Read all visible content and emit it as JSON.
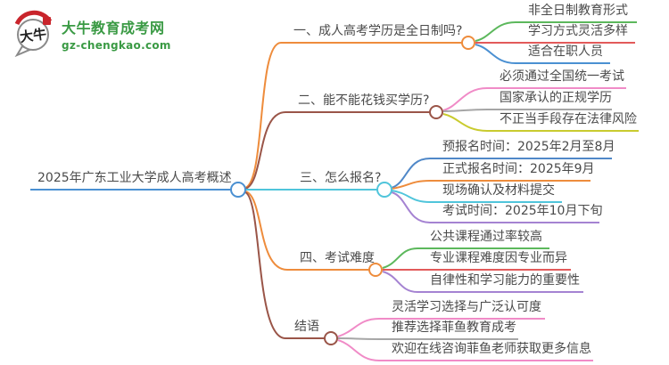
{
  "site": {
    "logo_badge": "大牛",
    "logo_title": "大牛教育成考网",
    "logo_domain": "gz-chengkao.com"
  },
  "colors": {
    "brand_green": "#3A9A44",
    "seal_red": "#C9252C",
    "bubble_gray": "#8a8a8a",
    "text_gray": "#4A4A4A",
    "blue": "#4A90D2",
    "blue2": "#5088C8",
    "orange": "#EE8C3C",
    "maroon": "#9A5548",
    "cyan": "#50C5DB",
    "green": "#5CB85C",
    "red": "#E25A5A",
    "pink": "#F08BC7",
    "gray": "#A6A6A6",
    "olive": "#C9CB2F",
    "purple": "#A583D2"
  },
  "mindmap": {
    "root": {
      "label": "2025年广东工业大学成人高考概述"
    },
    "branches": [
      {
        "label": "一、成人高考学历是全日制吗?",
        "children": [
          {
            "label": "非全日制教育形式"
          },
          {
            "label": "学习方式灵活多样"
          },
          {
            "label": "适合在职人员"
          }
        ]
      },
      {
        "label": "二、能不能花钱买学历?",
        "children": [
          {
            "label": "必须通过全国统一考试"
          },
          {
            "label": "国家承认的正规学历"
          },
          {
            "label": "不正当手段存在法律风险"
          }
        ]
      },
      {
        "label": "三、怎么报名?",
        "children": [
          {
            "label": "预报名时间：2025年2月至8月"
          },
          {
            "label": "正式报名时间：2025年9月"
          },
          {
            "label": "现场确认及材料提交"
          },
          {
            "label": "考试时间：2025年10月下旬"
          }
        ]
      },
      {
        "label": "四、考试难度",
        "children": [
          {
            "label": "公共课程通过率较高"
          },
          {
            "label": "专业课程难度因专业而异"
          },
          {
            "label": "自律性和学习能力的重要性"
          }
        ]
      },
      {
        "label": "结语",
        "children": [
          {
            "label": "灵活学习选择与广泛认可度"
          },
          {
            "label": "推荐选择菲鱼教育成考"
          },
          {
            "label": "欢迎在线咨询菲鱼老师获取更多信息"
          }
        ]
      }
    ]
  }
}
